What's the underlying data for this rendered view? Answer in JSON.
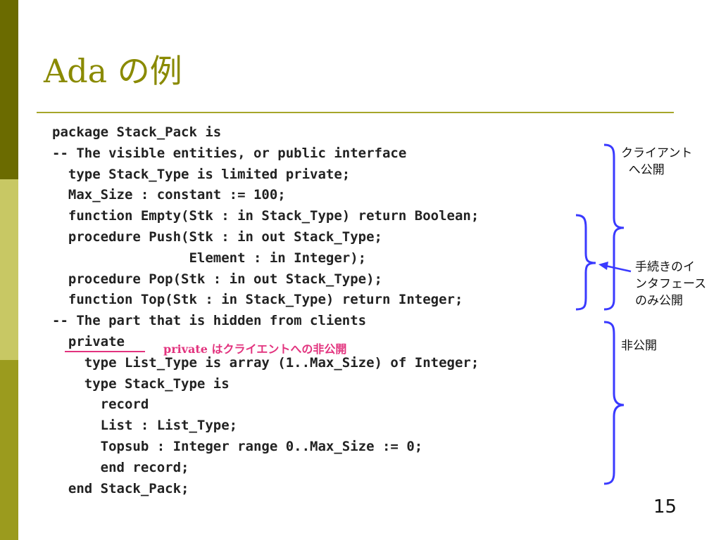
{
  "slide": {
    "title": "Ada の例",
    "page_number": "15"
  },
  "code_lines": [
    "package Stack_Pack is",
    "-- The visible entities, or public interface",
    "  type Stack_Type is limited private;",
    "  Max_Size : constant := 100;",
    "  function Empty(Stk : in Stack_Type) return Boolean;",
    "  procedure Push(Stk : in out Stack_Type;",
    "                 Element : in Integer);",
    "  procedure Pop(Stk : in out Stack_Type);",
    "  function Top(Stk : in Stack_Type) return Integer;",
    "-- The part that is hidden from clients",
    "  private",
    "    type List_Type is array (1..Max_Size) of Integer;",
    "    type Stack_Type is",
    "      record",
    "      List : List_Type;",
    "      Topsub : Integer range 0..Max_Size := 0;",
    "      end record;",
    "  end Stack_Pack;"
  ],
  "annotations": {
    "private_note": "private はクライエントへの非公開",
    "client_public": "クライアント\n  へ公開",
    "procedure_interface": "手続きのイ\nンタフェース\nのみ公開",
    "non_public": "非公開"
  },
  "colors": {
    "title": "#8a8a00",
    "brace": "#3a3aff",
    "highlight": "#e2337e"
  }
}
